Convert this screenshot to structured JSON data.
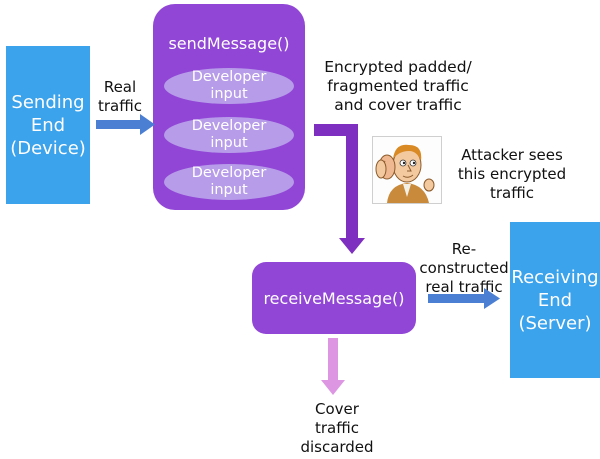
{
  "sending_end": {
    "label": "Sending\nEnd\n(Device)"
  },
  "real_traffic_label": "Real\ntraffic",
  "send_message": {
    "title": "sendMessage()",
    "inputs": [
      "Developer\ninput",
      "Developer\ninput",
      "Developer\ninput"
    ]
  },
  "encrypted_label": "Encrypted padded/\nfragmented traffic\nand cover traffic",
  "attacker": {
    "icon": "eavesdropper-listening-icon",
    "label": "Attacker sees\nthis encrypted\ntraffic"
  },
  "receive_message": {
    "title": "receiveMessage()"
  },
  "reconstructed_label": "Re-\nconstructed\nreal traffic",
  "receiving_end": {
    "label": "Receiving\nEnd\n(Server)"
  },
  "cover_discarded_label": "Cover\ntraffic\ndiscarded",
  "colors": {
    "blue_box": "#3ba2ec",
    "purple_box": "#9146d6",
    "ellipse": "#b79ce9",
    "blue_arrow": "#4a7fd4",
    "purple_arrow": "#7e2fc0",
    "pink_arrow": "#dc96e2"
  }
}
